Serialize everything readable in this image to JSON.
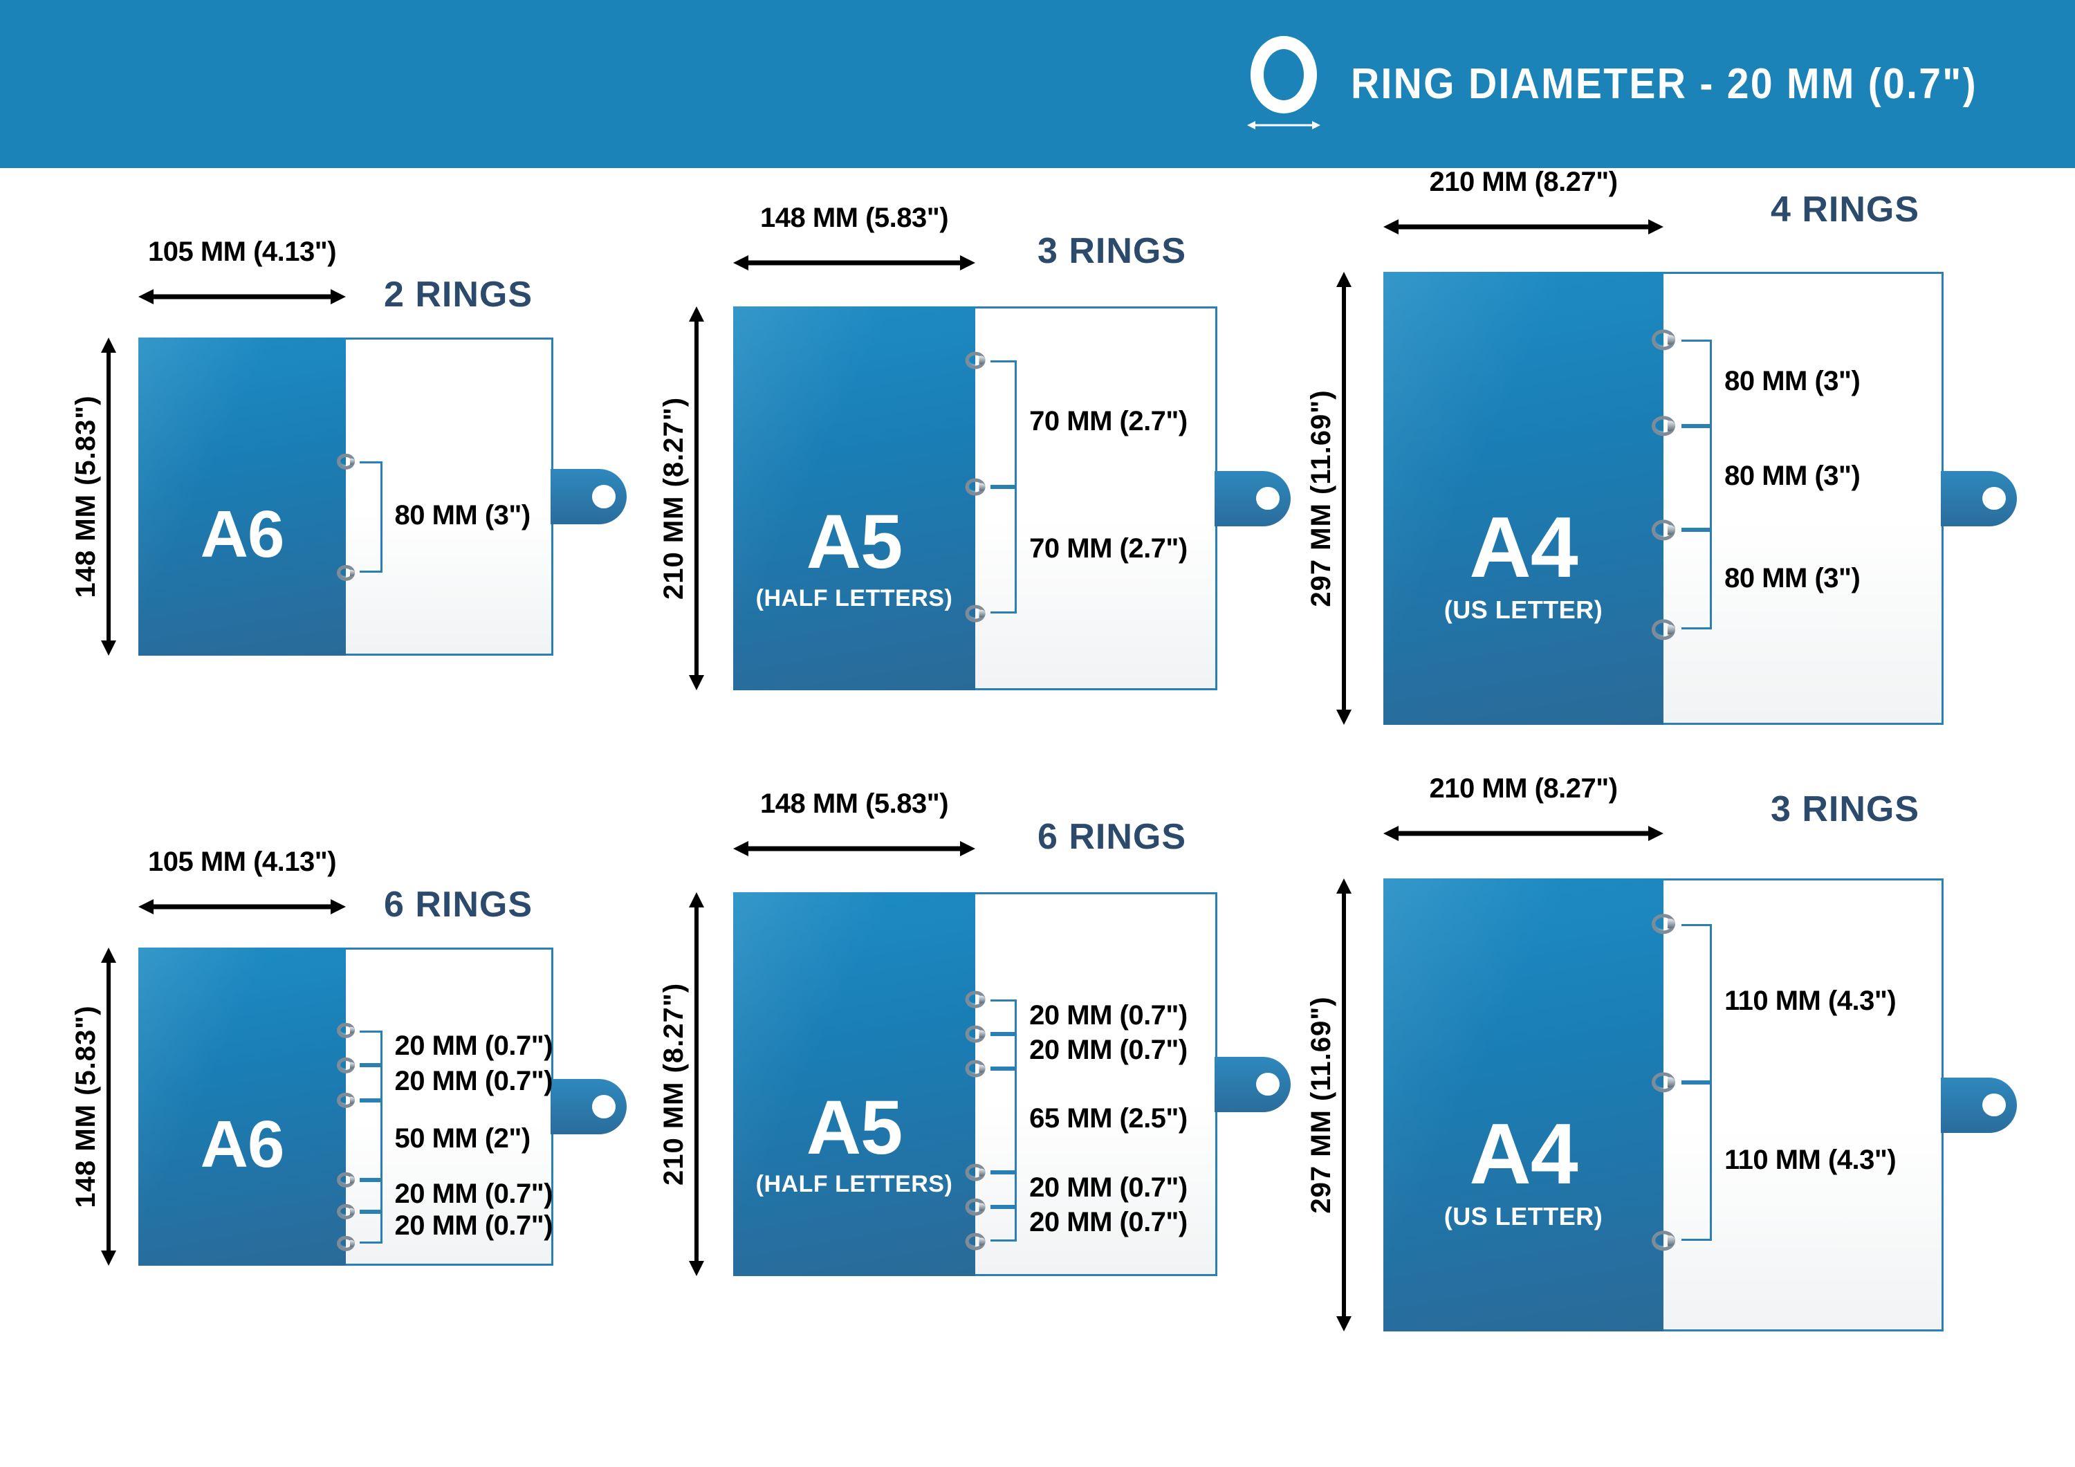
{
  "header": {
    "title": "RING DIAMETER - 20 MM (0.7\")",
    "ring_icon": "ring-outline-icon",
    "arrow_icon": "double-arrow-horizontal-icon",
    "bg_color": "#1b83b8"
  },
  "colors": {
    "header_blue": "#1b83b8",
    "cover_blue_light": "#1e8cc4",
    "cover_blue_dark": "#2a6a98",
    "title_navy": "#2c4a6b",
    "label_black": "#000000",
    "page_white": "#ffffff",
    "ring_metal": "#7f8c97"
  },
  "panels": [
    {
      "id": "a6-2-rings",
      "format": "A6",
      "format_sub": "",
      "rings_title": "2 RINGS",
      "ring_count": 2,
      "width_label": "105 MM (4.13\")",
      "height_label": "148 MM (5.83\")",
      "gaps": [
        "80 MM (3\")"
      ]
    },
    {
      "id": "a5-3-rings",
      "format": "A5",
      "format_sub": "(HALF LETTERS)",
      "rings_title": "3 RINGS",
      "ring_count": 3,
      "width_label": "148 MM (5.83\")",
      "height_label": "210 MM (8.27\")",
      "gaps": [
        "70 MM (2.7\")",
        "70 MM (2.7\")"
      ]
    },
    {
      "id": "a4-4-rings",
      "format": "A4",
      "format_sub": "(US LETTER)",
      "rings_title": "4 RINGS",
      "ring_count": 4,
      "width_label": "210 MM (8.27\")",
      "height_label": "297 MM (11.69\")",
      "gaps": [
        "80 MM (3\")",
        "80 MM (3\")",
        "80 MM (3\")"
      ]
    },
    {
      "id": "a6-6-rings",
      "format": "A6",
      "format_sub": "",
      "rings_title": "6 RINGS",
      "ring_count": 6,
      "width_label": "105 MM (4.13\")",
      "height_label": "148 MM (5.83\")",
      "gaps": [
        "20 MM (0.7\")",
        "20 MM (0.7\")",
        "50 MM (2\")",
        "20 MM (0.7\")",
        "20 MM (0.7\")"
      ]
    },
    {
      "id": "a5-6-rings",
      "format": "A5",
      "format_sub": "(HALF LETTERS)",
      "rings_title": "6 RINGS",
      "ring_count": 6,
      "width_label": "148 MM (5.83\")",
      "height_label": "210 MM (8.27\")",
      "gaps": [
        "20 MM (0.7\")",
        "20 MM (0.7\")",
        "65 MM (2.5\")",
        "20 MM (0.7\")",
        "20 MM (0.7\")"
      ]
    },
    {
      "id": "a4-3-rings",
      "format": "A4",
      "format_sub": "(US LETTER)",
      "rings_title": "3 RINGS",
      "ring_count": 3,
      "width_label": "210 MM (8.27\")",
      "height_label": "297 MM (11.69\")",
      "gaps": [
        "110 MM (4.3\")",
        "110 MM (4.3\")"
      ]
    }
  ]
}
